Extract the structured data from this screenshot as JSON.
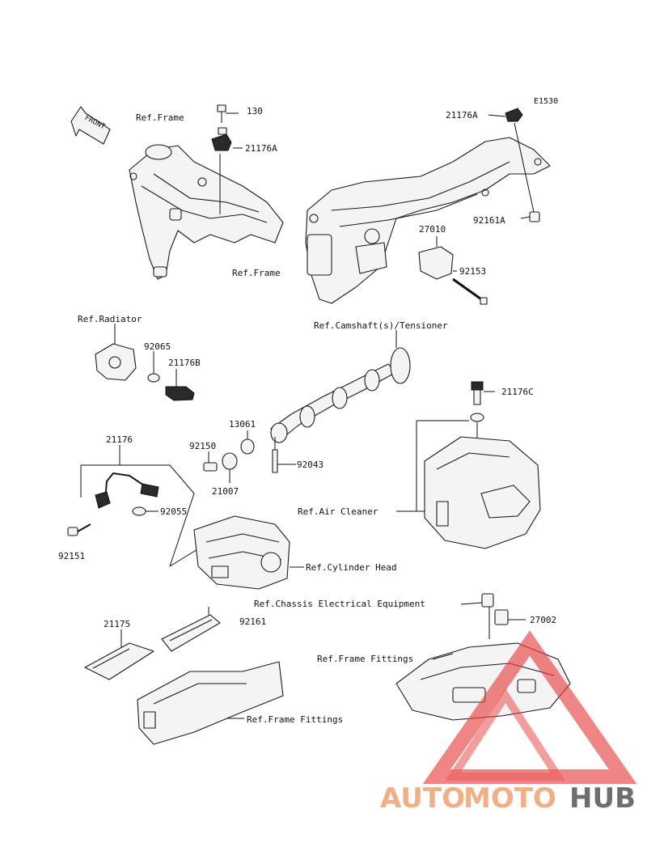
{
  "diagram_code": "E1530",
  "front_label": "FRONT",
  "labels": {
    "bolt_130": "130",
    "sensor_21176A_top": "21176A",
    "ref_frame_left": "Ref.Frame",
    "sensor_21176A_right": "21176A",
    "bolt_92161A": "92161A",
    "part_27010": "27010",
    "bolt_92153": "92153",
    "ref_frame_right": "Ref.Frame",
    "ref_radiator": "Ref.Radiator",
    "gasket_92065": "92065",
    "sensor_21176B": "21176B",
    "ref_camshaft": "Ref.Camshaft(s)/Tensioner",
    "sensor_21176C": "21176C",
    "part_13061": "13061",
    "bolt_92150": "92150",
    "pin_92043": "92043",
    "part_21007": "21007",
    "sensor_21176": "21176",
    "oring_92055": "92055",
    "bolt_92151": "92151",
    "ref_air_cleaner": "Ref.Air Cleaner",
    "ref_cylinder_head": "Ref.Cylinder Head",
    "ref_chassis_electrical": "Ref.Chassis Electrical Equipment",
    "part_27002": "27002",
    "part_21175": "21175",
    "bolt_92161": "92161",
    "ref_frame_fittings_right": "Ref.Frame Fittings",
    "ref_frame_fittings_bottom": "Ref.Frame Fittings"
  },
  "watermark": {
    "part1": "AUTO",
    "part2": "MOTO",
    "part3": "HUB",
    "color_primary": "#f0a070",
    "color_secondary": "#555555",
    "triangle_color": "#e84040"
  }
}
